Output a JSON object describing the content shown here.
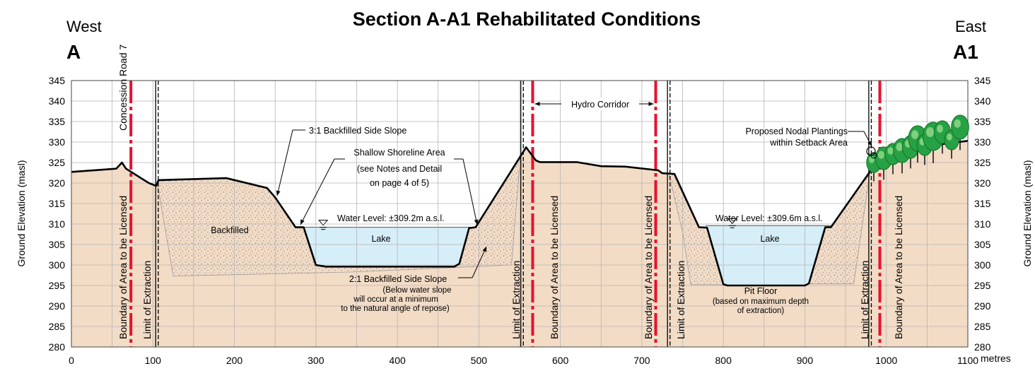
{
  "title": "Section A-A1 Rehabilitated Conditions",
  "west": {
    "direction": "West",
    "letter": "A"
  },
  "east": {
    "direction": "East",
    "letter": "A1"
  },
  "y_axis": {
    "label": "Ground Elevation (masl)",
    "min": 280,
    "max": 345,
    "step": 5
  },
  "x_axis": {
    "unit_label": "metres",
    "min": 0,
    "max": 1100,
    "step": 100
  },
  "vertical_labels": {
    "road": "Concession Road 7",
    "boundary": "Boundary of Area to be Licensed",
    "limit": "Limit of Extraction"
  },
  "annotations": {
    "hydro_corridor": "Hydro Corridor",
    "backfilled_slope_3_1": "3:1 Backfilled Side Slope",
    "shallow_shoreline": [
      "Shallow Shoreline Area",
      "(see Notes and Detail",
      "on page 4 of 5)"
    ],
    "backfilled": "Backfilled",
    "water_level_1": "Water Level: ±309.2m a.s.l.",
    "water_level_2": "Water Level: ±309.6m a.s.l.",
    "lake_1": "Lake",
    "lake_2": "Lake",
    "backfilled_slope_2_1": [
      "2:1 Backfilled Side Slope",
      "(Below water slope",
      "will occur at a minimum",
      "to the natural angle of repose)"
    ],
    "pit_floor": [
      "Pit Floor",
      "(based on maximum depth",
      "of extraction)"
    ],
    "plantings": [
      "Proposed Nodal Plantings",
      "within Setback Area"
    ]
  },
  "colors": {
    "ground": "#f3dcc6",
    "lake": "#d6eef8",
    "boundary_line": "#e8112d",
    "grid": "#b4b4b4",
    "stipple": "#8a8a8a",
    "tree_canopy": "#27a145",
    "tree_dark": "#157a2e"
  },
  "lines": {
    "boundary_x": [
      73,
      566,
      717,
      992
    ],
    "limit_x": [
      105,
      553,
      733,
      980
    ]
  },
  "profile": [
    [
      0,
      322.7
    ],
    [
      55,
      323.5
    ],
    [
      62,
      325
    ],
    [
      67,
      323.5
    ],
    [
      95,
      320
    ],
    [
      104,
      319.3
    ],
    [
      107,
      320.7
    ],
    [
      190,
      321.2
    ],
    [
      240,
      318.8
    ],
    [
      250,
      316.5
    ],
    [
      275,
      309.2
    ],
    [
      285,
      309.2
    ],
    [
      300,
      300
    ],
    [
      312,
      299.6
    ],
    [
      470,
      299.6
    ],
    [
      476,
      300.3
    ],
    [
      488,
      309
    ],
    [
      496,
      309.2
    ],
    [
      558,
      328.7
    ],
    [
      570,
      325.5
    ],
    [
      575,
      325.1
    ],
    [
      620,
      325.1
    ],
    [
      650,
      324.1
    ],
    [
      680,
      324.0
    ],
    [
      720,
      323.1
    ],
    [
      725,
      322.4
    ],
    [
      740,
      322.2
    ],
    [
      770,
      309.2
    ],
    [
      780,
      309.1
    ],
    [
      800,
      295.3
    ],
    [
      805,
      295.0
    ],
    [
      900,
      295.0
    ],
    [
      905,
      295.5
    ],
    [
      925,
      309.2
    ],
    [
      932,
      309.2
    ],
    [
      985,
      324.2
    ],
    [
      1000,
      324.2
    ],
    [
      1030,
      328.1
    ],
    [
      1055,
      328.3
    ],
    [
      1060,
      329.3
    ],
    [
      1100,
      330.3
    ]
  ],
  "lakes": [
    {
      "level": 309.2,
      "points": [
        [
          276,
          309.2
        ],
        [
          495,
          309.2
        ],
        [
          488,
          309
        ],
        [
          476,
          300.3
        ],
        [
          470,
          299.6
        ],
        [
          312,
          299.6
        ],
        [
          300,
          300
        ],
        [
          285,
          309.2
        ]
      ]
    },
    {
      "level": 309.6,
      "points": [
        [
          778,
          309.6
        ],
        [
          933,
          309.6
        ],
        [
          925,
          309.2
        ],
        [
          905,
          295.5
        ],
        [
          900,
          295.0
        ],
        [
          805,
          295.0
        ],
        [
          800,
          295.3
        ],
        [
          780,
          309.1
        ]
      ]
    }
  ],
  "backfill": [
    [
      [
        105,
        320.5
      ],
      [
        190,
        321.0
      ],
      [
        240,
        318.6
      ],
      [
        250,
        316.3
      ],
      [
        275,
        309.0
      ],
      [
        285,
        309.0
      ],
      [
        298,
        300.5
      ],
      [
        470,
        299.7
      ],
      [
        476,
        300.4
      ],
      [
        488,
        309
      ],
      [
        496,
        309.2
      ],
      [
        551,
        326.8
      ],
      [
        540,
        300
      ],
      [
        345,
        298.3
      ],
      [
        125,
        297.3
      ]
    ],
    [
      [
        733,
        322.4
      ],
      [
        740,
        322.2
      ],
      [
        770,
        309.2
      ],
      [
        780,
        309.1
      ],
      [
        800,
        295.2
      ],
      [
        760,
        295.2
      ],
      [
        750,
        308
      ]
    ],
    [
      [
        905,
        295.4
      ],
      [
        925,
        309.2
      ],
      [
        932,
        309.2
      ],
      [
        980,
        322.8
      ],
      [
        960,
        295.4
      ]
    ]
  ]
}
